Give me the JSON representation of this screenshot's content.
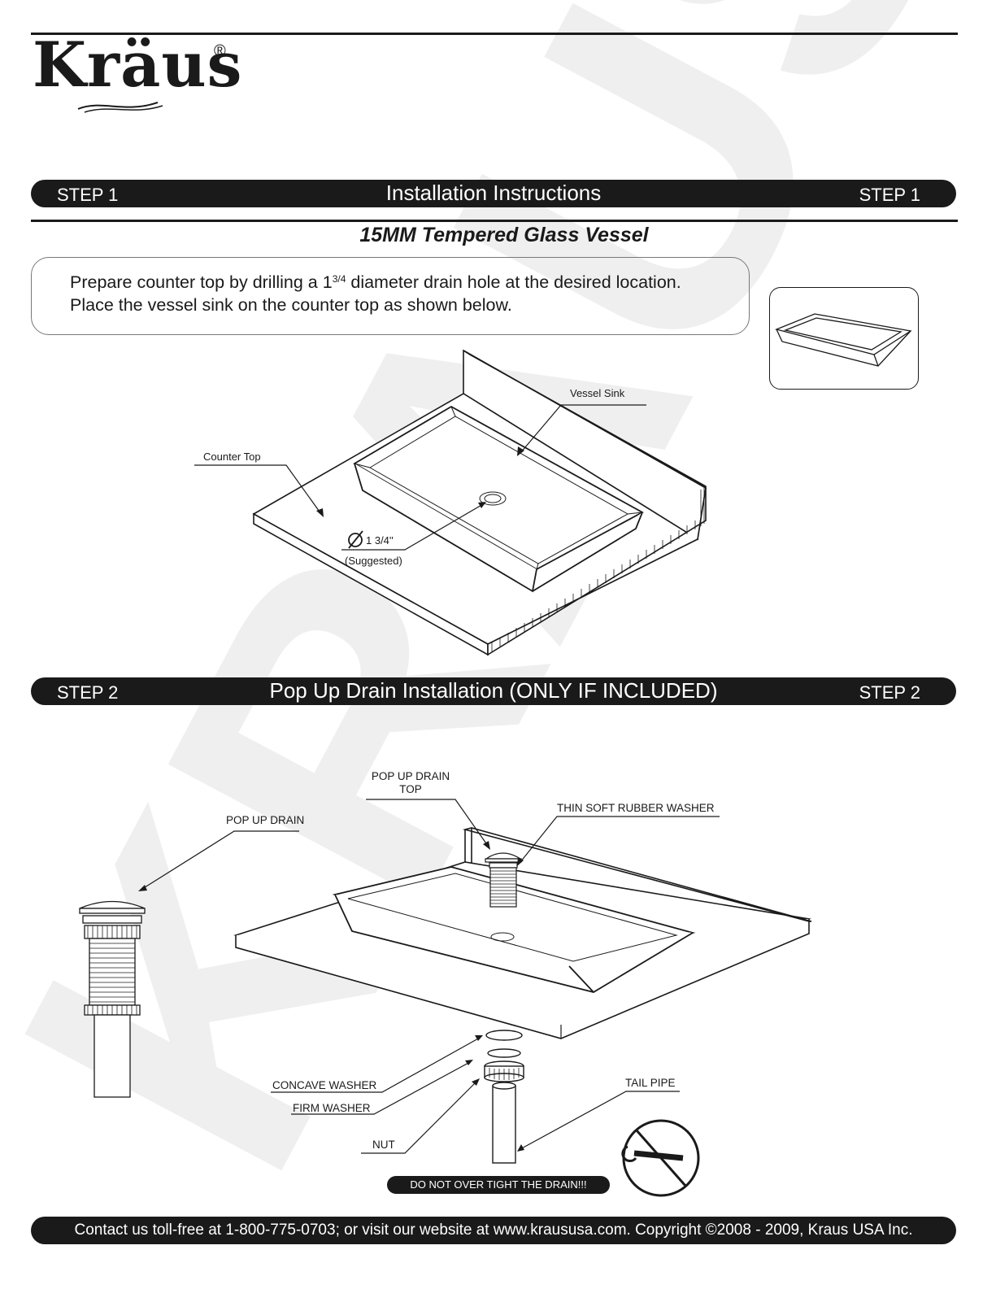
{
  "brand": {
    "logo_text": "Kräus",
    "registered_mark": "®"
  },
  "watermark_text": "KRAUS",
  "step1": {
    "left_label": "STEP 1",
    "title": "Installation Instructions",
    "right_label": "STEP 1",
    "subtitle": "15MM Tempered Glass Vessel",
    "instruction_line1_a": "Prepare counter top by drilling a 1",
    "instruction_line1_frac": "3/4",
    "instruction_line1_b": " diameter drain hole at the desired location.",
    "instruction_line2": "Place the vessel sink on the counter top as shown below.",
    "labels": {
      "vessel_sink": "Vessel Sink",
      "counter_top": "Counter Top",
      "diameter": "1 3/4''",
      "suggested": "(Suggested)"
    }
  },
  "step2": {
    "left_label": "STEP 2",
    "title": "Pop Up Drain Installation (ONLY IF INCLUDED)",
    "right_label": "STEP 2",
    "labels": {
      "pop_up_drain_top_1": "POP UP DRAIN",
      "pop_up_drain_top_2": "TOP",
      "thin_washer": "THIN SOFT RUBBER WASHER",
      "pop_up_drain": "POP UP DRAIN",
      "concave_washer": "CONCAVE  WASHER",
      "firm_washer": "FIRM WASHER",
      "nut": "NUT",
      "tail_pipe": "TAIL PIPE"
    },
    "warning": "DO NOT OVER TIGHT THE DRAIN!!!"
  },
  "footer": {
    "contact": "Contact us toll-free at 1-800-775-0703; or visit our website at www.kraususa.com. Copyright ©2008 - 2009, Kraus USA Inc."
  }
}
